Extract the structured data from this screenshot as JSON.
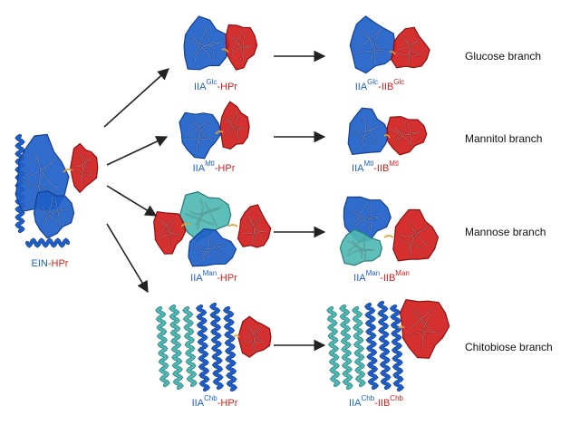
{
  "colors": {
    "blue": "#1e5fc8",
    "blue_dark": "#163f92",
    "red": "#d01e1e",
    "red_dark": "#8e1111",
    "cyan": "#4fb8b4",
    "cyan_dark": "#2a7a76",
    "arrow": "#222222",
    "linker": "#e2a23a"
  },
  "ein": {
    "a": "EIN",
    "sep": "-",
    "b": "HPr"
  },
  "complexes": [
    {
      "id": "glc-hpr",
      "a": "IIA",
      "asup": "Glc",
      "sep": "-",
      "b": "HPr",
      "bsup": ""
    },
    {
      "id": "glc-iib",
      "a": "IIA",
      "asup": "Glc",
      "sep": "-",
      "b": "IIB",
      "bsup": "Glc"
    },
    {
      "id": "mtl-hpr",
      "a": "IIA",
      "asup": "Mtl",
      "sep": "-",
      "b": "HPr",
      "bsup": ""
    },
    {
      "id": "mtl-iib",
      "a": "IIA",
      "asup": "Mtl",
      "sep": "-",
      "b": "IIB",
      "bsup": "Mtl"
    },
    {
      "id": "man-hpr",
      "a": "IIA",
      "asup": "Man",
      "sep": "-",
      "b": "HPr",
      "bsup": ""
    },
    {
      "id": "man-iib",
      "a": "IIA",
      "asup": "Man",
      "sep": "-",
      "b": "IIB",
      "bsup": "Man"
    },
    {
      "id": "chb-hpr",
      "a": "IIA",
      "asup": "Chb",
      "sep": "-",
      "b": "HPr",
      "bsup": ""
    },
    {
      "id": "chb-iib",
      "a": "IIA",
      "asup": "Chb",
      "sep": "-",
      "b": "IIB",
      "bsup": "Chb"
    }
  ],
  "branches": [
    "Glucose branch",
    "Mannitol branch",
    "Mannose branch",
    "Chitobiose branch"
  ]
}
